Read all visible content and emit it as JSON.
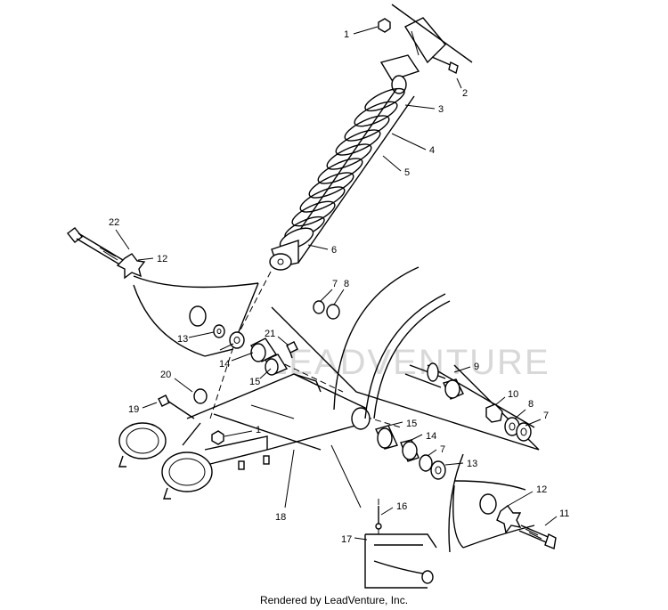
{
  "diagram": {
    "callouts": [
      "1",
      "2",
      "3",
      "4",
      "5",
      "6",
      "7",
      "8",
      "7",
      "8",
      "12",
      "13",
      "22",
      "21",
      "14",
      "15",
      "9",
      "10",
      "20",
      "19",
      "1",
      "18",
      "15",
      "14",
      "7",
      "13",
      "12",
      "11",
      "16",
      "17"
    ],
    "watermark": "LEADVENTURE",
    "credit": "Rendered by LeadVenture, Inc."
  }
}
